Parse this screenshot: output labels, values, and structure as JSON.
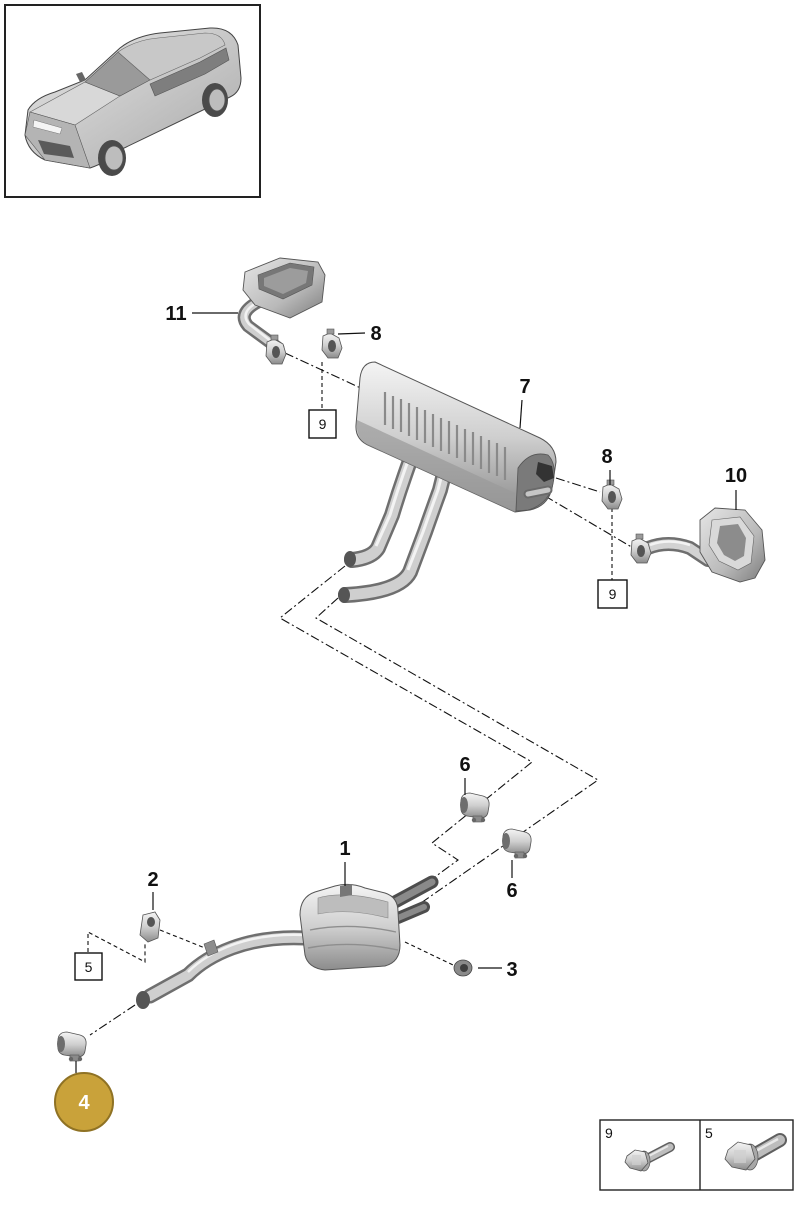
{
  "thumbnail": {
    "icon": "vehicle-thumbnail-icon"
  },
  "callouts": [
    {
      "label": "11"
    },
    {
      "label": "8"
    },
    {
      "label": "7"
    },
    {
      "label": "8"
    },
    {
      "label": "10"
    },
    {
      "label": "6"
    },
    {
      "label": "1"
    },
    {
      "label": "6"
    },
    {
      "label": "2"
    },
    {
      "label": "3"
    },
    {
      "label": "4",
      "selected": true
    }
  ],
  "references": [
    {
      "label": "9"
    },
    {
      "label": "9"
    },
    {
      "label": "5"
    }
  ],
  "legend": [
    {
      "label": "9",
      "icon": "bolt-icon"
    },
    {
      "label": "5",
      "icon": "bolt-icon"
    }
  ],
  "colors": {
    "selected_fill": "#c9a23a",
    "selected_border": "#8f7224"
  }
}
